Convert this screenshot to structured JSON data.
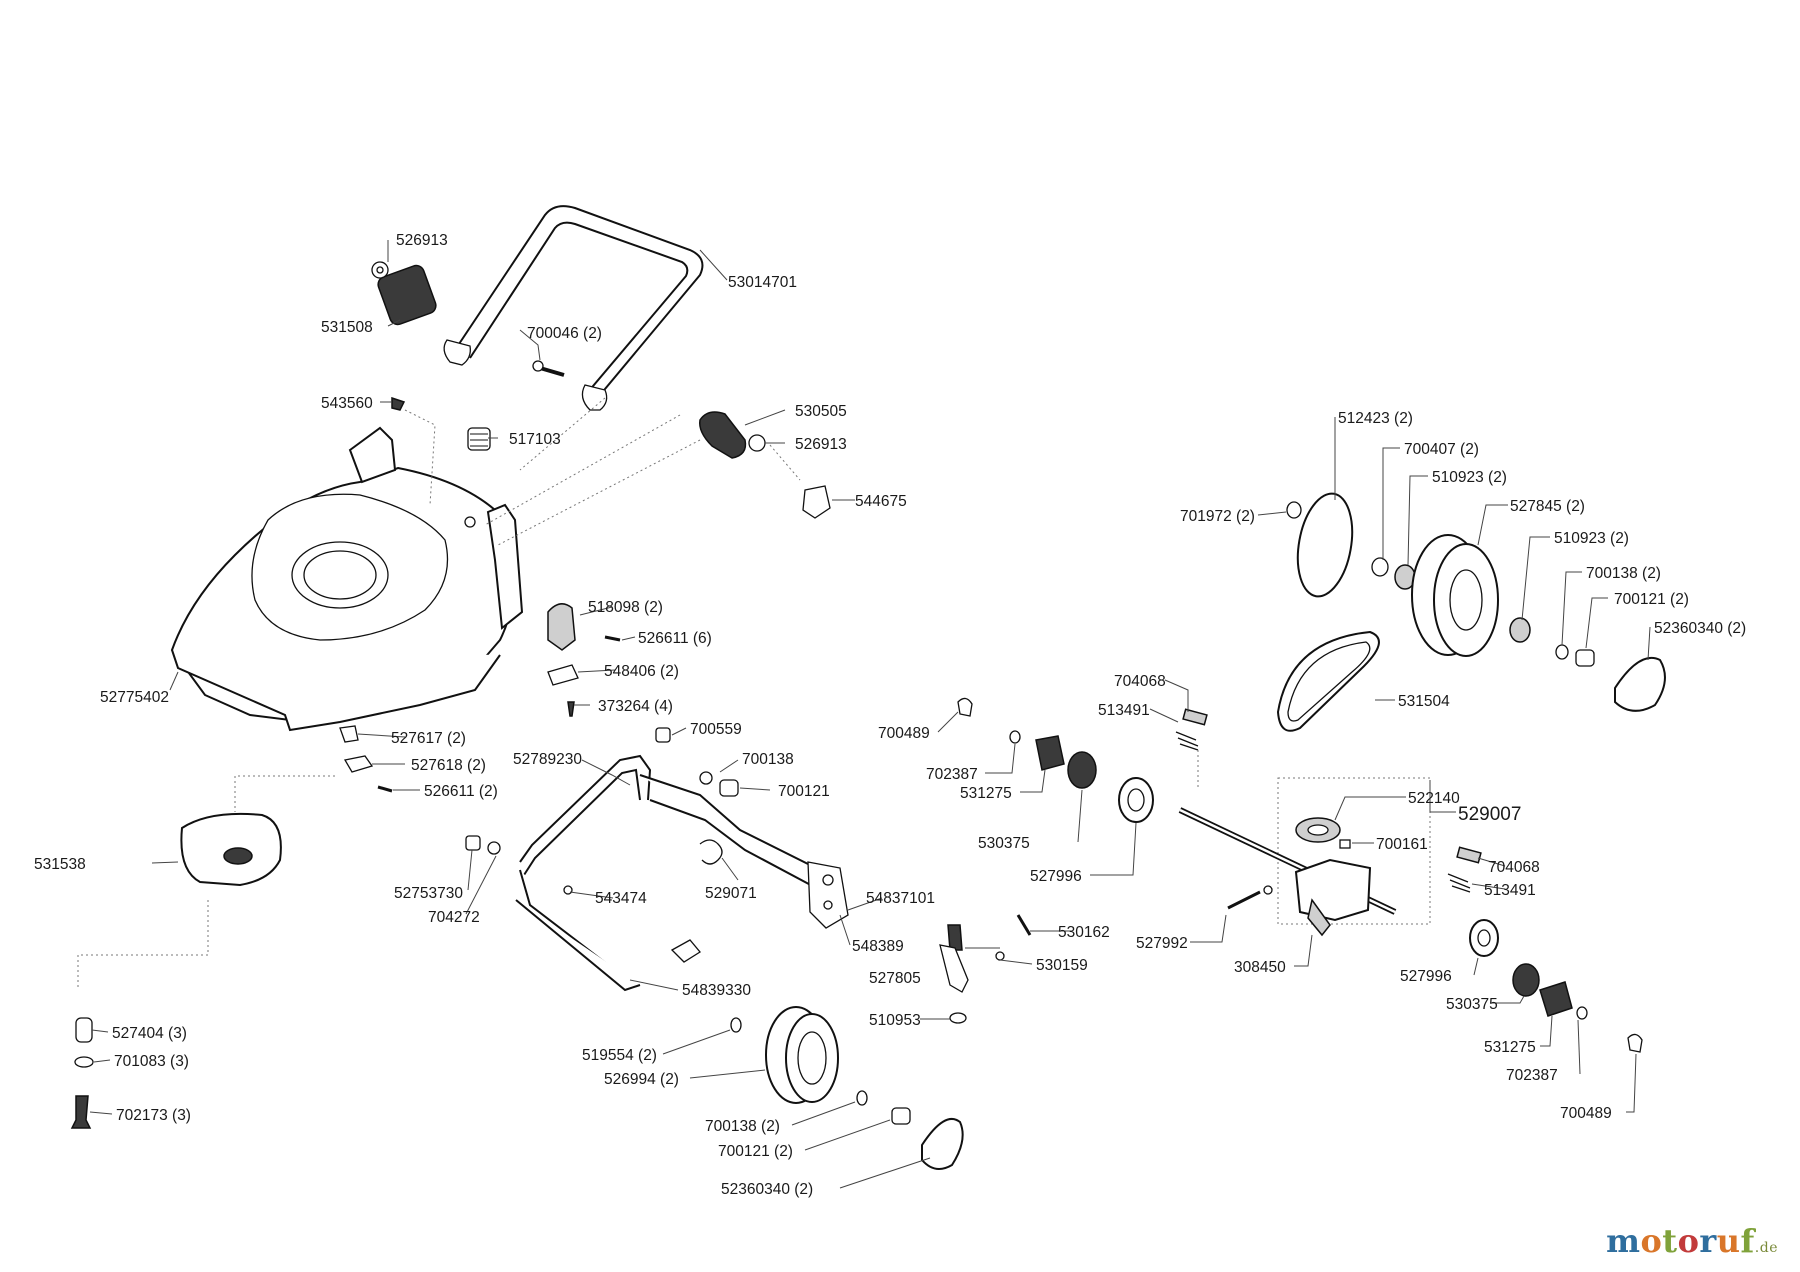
{
  "watermark": {
    "main": "motoruf",
    "tld": ".de",
    "colors": [
      "#2f6e9e",
      "#d9762a",
      "#7fa23a",
      "#c23b3b",
      "#2f6e9e",
      "#d9762a",
      "#7fa23a"
    ]
  },
  "labels": {
    "l526913a": "526913",
    "l531508": "531508",
    "l53014701": "53014701",
    "l700046": "700046 (2)",
    "l543560": "543560",
    "l517103": "517103",
    "l530505": "530505",
    "l526913b": "526913",
    "l544675": "544675",
    "l52775402": "52775402",
    "l518098": "518098 (2)",
    "l526611a": "526611 (6)",
    "l548406": "548406 (2)",
    "l373264": "373264 (4)",
    "l527617": "527617 (2)",
    "l527618": "527618 (2)",
    "l526611b": "526611 (2)",
    "l531538": "531538",
    "l52789230": "52789230",
    "l700559": "700559",
    "l700138a": "700138",
    "l700121a": "700121",
    "l529071": "529071",
    "l52753730": "52753730",
    "l704272": "704272",
    "l543474": "543474",
    "l54837101": "54837101",
    "l548389": "548389",
    "l54839330": "54839330",
    "l527404": "527404 (3)",
    "l701083": "701083 (3)",
    "l702173": "702173  (3)",
    "l519554": "519554 (2)",
    "l526994": "526994 (2)",
    "l700138b": "700138 (2)",
    "l700121b": "700121 (2)",
    "l52360340a": "52360340 (2)",
    "l700489a": "700489",
    "l702387a": "702387",
    "l531275a": "531275",
    "l530375a": "530375",
    "l527996a": "527996",
    "l704068a": "704068",
    "l513491a": "513491",
    "l530162": "530162",
    "l527805": "527805",
    "l530159": "530159",
    "l510953": "510953",
    "l531504": "531504",
    "l512423": "512423 (2)",
    "l700407": "700407 (2)",
    "l510923a": "510923 (2)",
    "l701972": "701972 (2)",
    "l527845": "527845 (2)",
    "l510923b": "510923 (2)",
    "l700138c": "700138 (2)",
    "l700121c": "700121 (2)",
    "l52360340b": "52360340 (2)",
    "l522140": "522140",
    "l529007": "529007",
    "l700161": "700161",
    "l704068b": "704068",
    "l513491b": "513491",
    "l527992": "527992",
    "l308450": "308450",
    "l527996b": "527996",
    "l530375b": "530375",
    "l531275b": "531275",
    "l702387b": "702387",
    "l700489b": "700489"
  }
}
